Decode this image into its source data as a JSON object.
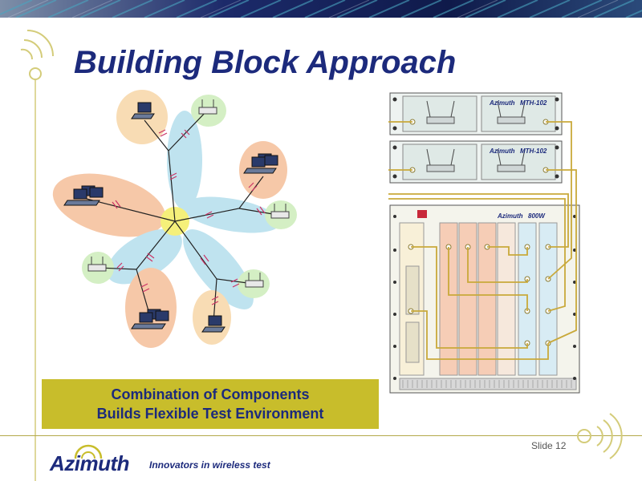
{
  "slide": {
    "title": "Building Block Approach",
    "caption_line1": "Combination of Components",
    "caption_line2": "Builds Flexible Test Environment",
    "slide_number": "Slide 12"
  },
  "footer": {
    "logo_text": "Azimuth",
    "tagline": "Innovators in wireless test"
  },
  "rack": {
    "chassis_top_brand": "Azimuth",
    "chassis_top_model": "MTH-102",
    "chassis_mid_brand": "Azimuth",
    "chassis_mid_model": "MTH-102",
    "chassis_main_brand": "Azimuth",
    "chassis_main_model": "800W"
  },
  "colors": {
    "title": "#1c2a7c",
    "caption_bg": "#c8bd2b",
    "accent_line": "#b3a94a",
    "lobe_blue": "#bfe3ef",
    "lobe_orange": "#f6c8a8",
    "lobe_peach": "#f8dcb4",
    "hub": "#f5f07a",
    "ap_circle": "#d4efc4",
    "cable": "#c9a93a"
  },
  "icons": [
    "laptop-icon",
    "access-point-icon",
    "attenuator-icon",
    "rf-port-icon"
  ]
}
